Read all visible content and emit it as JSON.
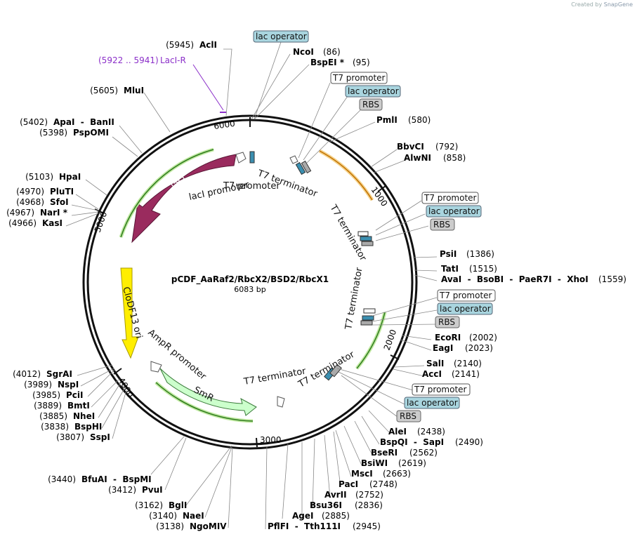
{
  "credit": {
    "prefix": "Created by",
    "brand": "SnapGene"
  },
  "plasmid": {
    "name": "pCDF_AaRaf2/RbcX2/BSD2/RbcX1",
    "size_label": "6083 bp",
    "length": 6083
  },
  "ticks": [
    "1000",
    "2000",
    "3000",
    "4000",
    "5000",
    "6000"
  ],
  "primer": {
    "range": "(5922 .. 5941)",
    "name": "LacI-R"
  },
  "features": [
    {
      "name": "lacI",
      "color": "#9a2b5e"
    },
    {
      "name": "CloDF13 ori",
      "color": "#ffee00"
    },
    {
      "name": "SmR",
      "color": "#ccffcc"
    },
    {
      "name": "lacI promoter"
    },
    {
      "name": "T7 promoter"
    },
    {
      "name": "AmpR promoter"
    },
    {
      "name": "T7 terminator"
    }
  ],
  "boxes": [
    {
      "text": "lac operator",
      "kind": "lac"
    },
    {
      "text": "T7 promoter",
      "kind": "t7"
    },
    {
      "text": "lac operator",
      "kind": "lac"
    },
    {
      "text": "RBS",
      "kind": "rbs"
    },
    {
      "text": "T7 promoter",
      "kind": "t7"
    },
    {
      "text": "lac operator",
      "kind": "lac"
    },
    {
      "text": "RBS",
      "kind": "rbs"
    },
    {
      "text": "T7 promoter",
      "kind": "t7"
    },
    {
      "text": "lac operator",
      "kind": "lac"
    },
    {
      "text": "RBS",
      "kind": "rbs"
    },
    {
      "text": "T7 promoter",
      "kind": "t7"
    },
    {
      "text": "lac operator",
      "kind": "lac"
    },
    {
      "text": "RBS",
      "kind": "rbs"
    }
  ],
  "sites": [
    {
      "pos": "(5945)",
      "name": "AclI"
    },
    {
      "pos": "(86)",
      "name": "NcoI"
    },
    {
      "pos": "(95)",
      "name": "BspEI *"
    },
    {
      "pos": "(5605)",
      "name": "MluI"
    },
    {
      "pos": "(580)",
      "name": "PmlI"
    },
    {
      "pos": "(5402)",
      "name": "ApaI  -  BanII"
    },
    {
      "pos": "(5398)",
      "name": "PspOMI"
    },
    {
      "pos": "(792)",
      "name": "BbvCI"
    },
    {
      "pos": "(858)",
      "name": "AlwNI"
    },
    {
      "pos": "(5103)",
      "name": "HpaI"
    },
    {
      "pos": "(4970)",
      "name": "PluTI"
    },
    {
      "pos": "(4968)",
      "name": "SfoI"
    },
    {
      "pos": "(4967)",
      "name": "NarI *"
    },
    {
      "pos": "(4966)",
      "name": "KasI"
    },
    {
      "pos": "(1386)",
      "name": "PsiI"
    },
    {
      "pos": "(1515)",
      "name": "TatI"
    },
    {
      "pos": "(1559)",
      "name": "AvaI  -  BsoBI  -  PaeR7I  -  XhoI"
    },
    {
      "pos": "(2002)",
      "name": "EcoRI"
    },
    {
      "pos": "(2023)",
      "name": "EagI"
    },
    {
      "pos": "(2140)",
      "name": "SalI"
    },
    {
      "pos": "(2141)",
      "name": "AccI"
    },
    {
      "pos": "(4012)",
      "name": "SgrAI"
    },
    {
      "pos": "(3989)",
      "name": "NspI"
    },
    {
      "pos": "(3985)",
      "name": "PciI"
    },
    {
      "pos": "(3889)",
      "name": "BmtI"
    },
    {
      "pos": "(3885)",
      "name": "NheI"
    },
    {
      "pos": "(3838)",
      "name": "BspHI"
    },
    {
      "pos": "(3807)",
      "name": "SspI"
    },
    {
      "pos": "(2438)",
      "name": "AleI"
    },
    {
      "pos": "(2490)",
      "name": "BspQI  -  SapI"
    },
    {
      "pos": "(2562)",
      "name": "BseRI"
    },
    {
      "pos": "(2619)",
      "name": "BsiWI"
    },
    {
      "pos": "(2663)",
      "name": "MscI"
    },
    {
      "pos": "(2748)",
      "name": "PacI"
    },
    {
      "pos": "(2752)",
      "name": "AvrII"
    },
    {
      "pos": "(2836)",
      "name": "Bsu36I"
    },
    {
      "pos": "(2885)",
      "name": "AgeI"
    },
    {
      "pos": "(2945)",
      "name": "PflFI  -  Tth111I"
    },
    {
      "pos": "(3440)",
      "name": "BfuAI  -  BspMI"
    },
    {
      "pos": "(3412)",
      "name": "PvuI"
    },
    {
      "pos": "(3162)",
      "name": "BglI"
    },
    {
      "pos": "(3140)",
      "name": "NaeI"
    },
    {
      "pos": "(3138)",
      "name": "NgoMIV"
    }
  ]
}
